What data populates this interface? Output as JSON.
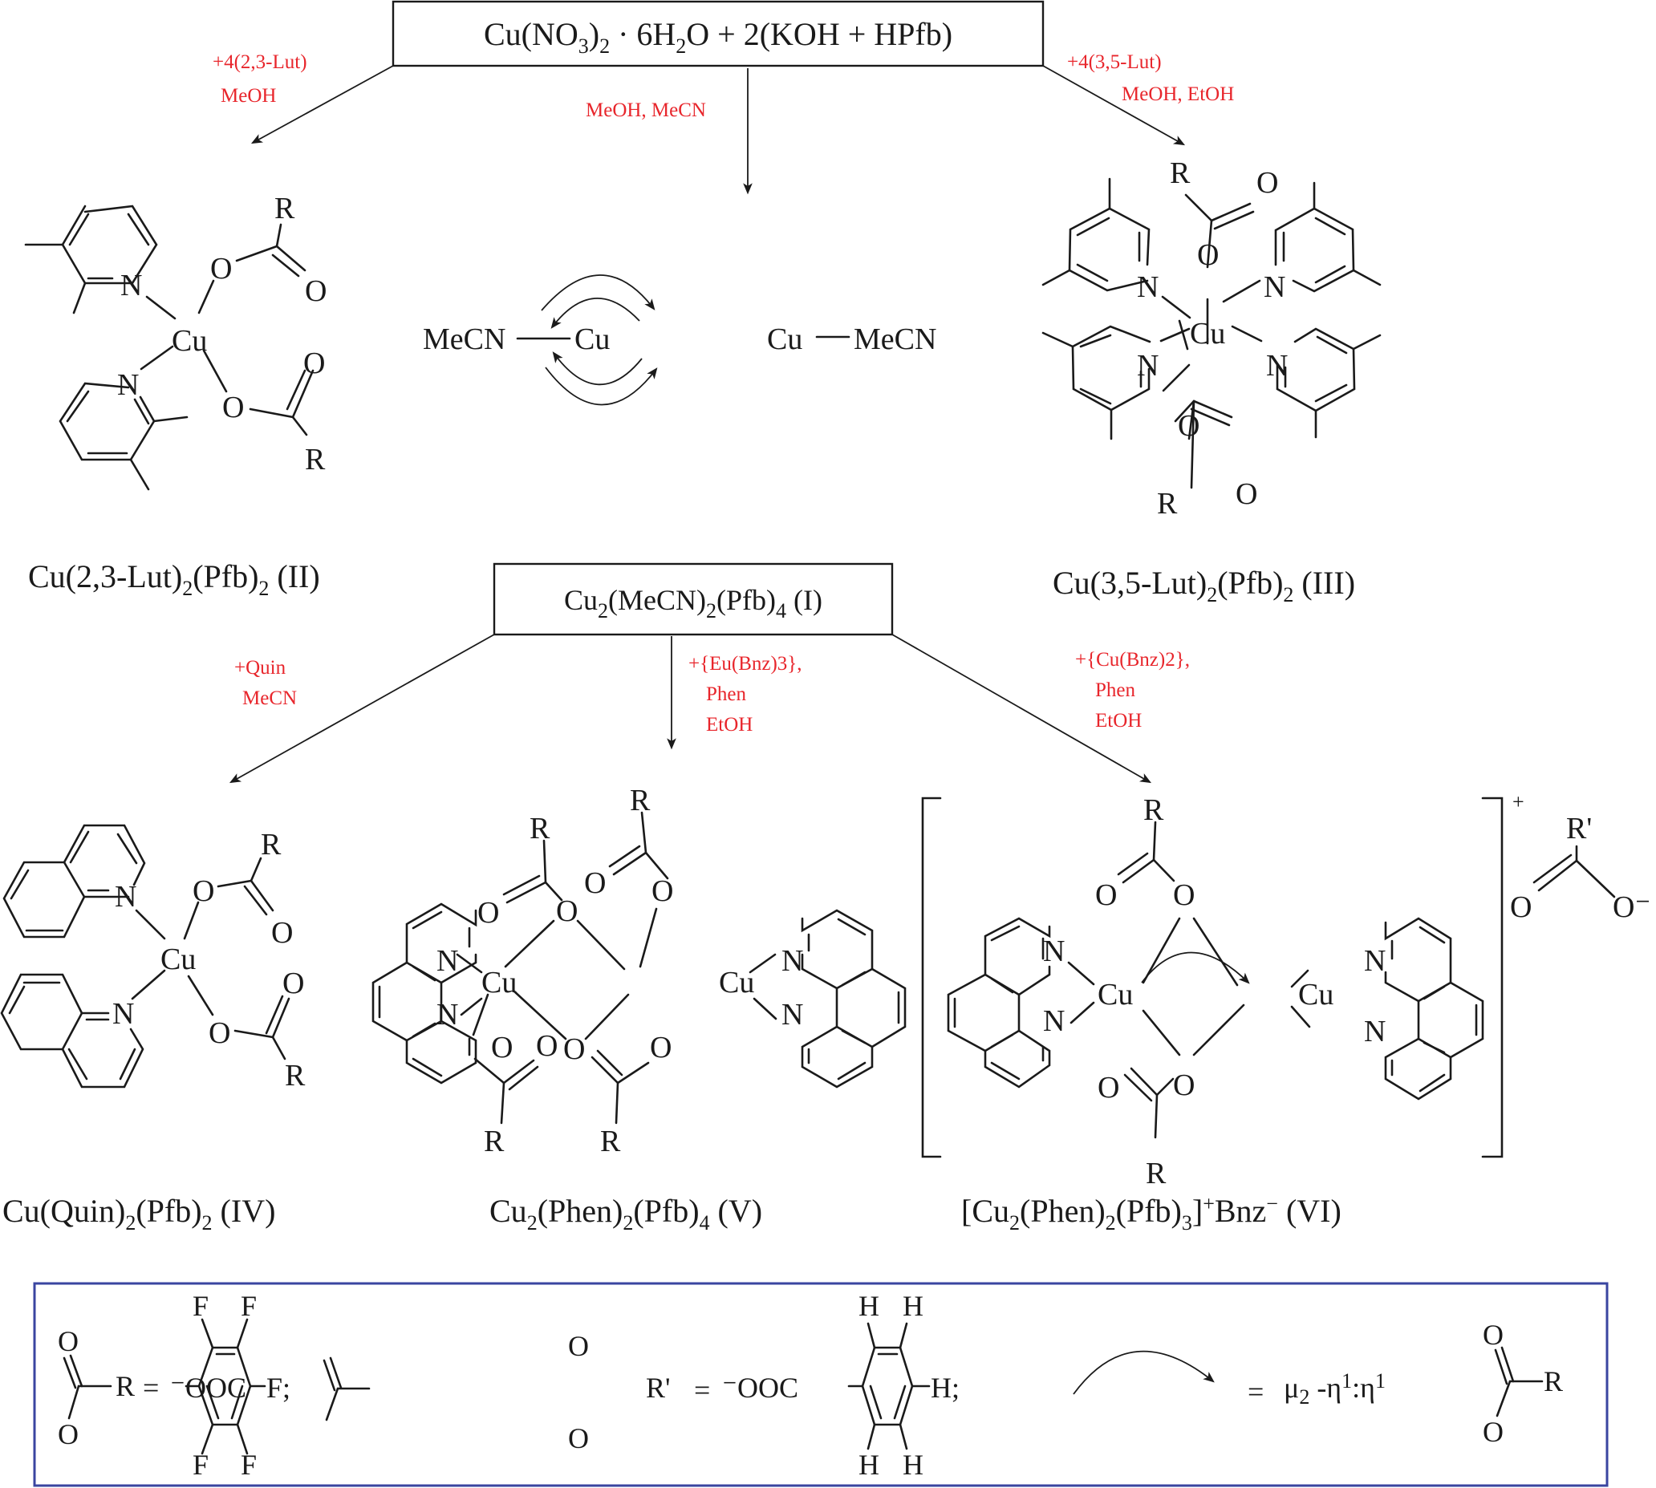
{
  "scheme": {
    "start_box": {
      "parts": [
        "Cu(NO",
        "3",
        ")",
        "2",
        " · 6H",
        "2",
        "O + 2(KOH + HPfb)"
      ]
    },
    "intermediate_box": {
      "parts": [
        "Cu",
        "2",
        "(MeCN)",
        "2",
        "(Pfb)",
        "4",
        " (I)"
      ]
    },
    "conditions": {
      "to_II": [
        "+4(2,3-Lut)",
        "MeOH"
      ],
      "to_I": [
        "MeOH, MeCN"
      ],
      "to_III": [
        "+4(3,5-Lut)",
        "MeOH, EtOH"
      ],
      "to_IV": [
        "+Quin",
        "MeCN"
      ],
      "to_V": [
        "+{Eu(Bnz)3},",
        "Phen",
        "EtOH"
      ],
      "to_VI": [
        "+{Cu(Bnz)2},",
        "Phen",
        "EtOH"
      ]
    },
    "compounds": {
      "II": {
        "label_parts": [
          "Cu(2,3-Lut)",
          "2",
          "(Pfb)",
          "2",
          " (II)"
        ]
      },
      "III": {
        "label_parts": [
          "Cu(3,5-Lut)",
          "2",
          "(Pfb)",
          "2",
          " (III)"
        ]
      },
      "IV": {
        "label_parts": [
          "Cu(Quin)",
          "2",
          "(Pfb)",
          "2",
          " (IV)"
        ]
      },
      "V": {
        "label_parts": [
          "Cu",
          "2",
          "(Phen)",
          "2",
          "(Pfb)",
          "4",
          " (V)"
        ]
      },
      "VI": {
        "label_parts": [
          "[Cu",
          "2",
          "(Phen)",
          "2",
          "(Pfb)",
          "3",
          "]",
          "+",
          "Bnz",
          "−",
          " (VI)"
        ]
      }
    },
    "dimer_I": {
      "left_ligand": "MeCN",
      "left_metal": "Cu",
      "right_metal": "Cu",
      "right_ligand": "MeCN"
    },
    "atoms": {
      "cu": "Cu",
      "n": "N",
      "o": "O",
      "r": "R",
      "r_prime": "R'",
      "o_minus": "O⁻",
      "f": "F",
      "h": "H",
      "plus": "+"
    },
    "legend": {
      "r_def_lhs": "R",
      "equals": "=",
      "ooc": "⁻OOC",
      "r_def_end": "F;",
      "rp_def_lhs": "R'",
      "rp_def_end": "H;",
      "mode_text_parts": [
        "μ",
        "2",
        " -η",
        "1",
        ":η",
        "1"
      ]
    },
    "colors": {
      "condition_text": "#e8262c",
      "legend_border": "#3a45a0",
      "ink": "#1a1a1a"
    }
  }
}
